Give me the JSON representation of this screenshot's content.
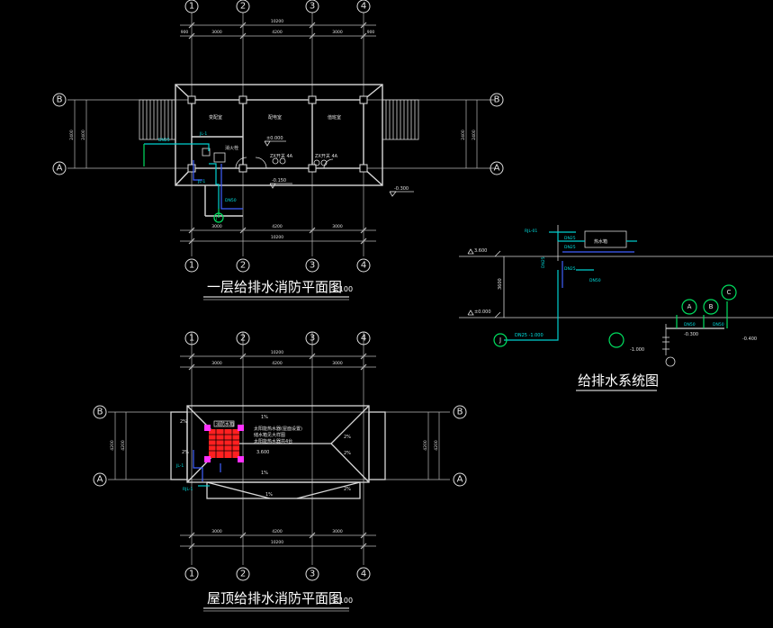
{
  "drawing": {
    "plan1_title": "一层给排水消防平面图",
    "plan1_scale": "1:100",
    "plan2_title": "屋顶给排水消防平面图",
    "plan2_scale": "1:100",
    "system_title": "给排水系统图"
  },
  "axes": {
    "columns": [
      "1",
      "2",
      "3",
      "4"
    ],
    "rows": [
      "B",
      "A"
    ]
  },
  "plan1": {
    "dim_total": "10200",
    "dim_side_left": "900",
    "dim_side_right": "900",
    "dim_bays": [
      "3000",
      "4200",
      "3000"
    ],
    "dim_left_v": [
      "2400",
      "2400"
    ],
    "rooms": [
      "变配室",
      "配电室",
      "值班室"
    ],
    "pipe_tags": [
      "JL-1",
      "JL-1",
      "DN25",
      "DN50"
    ],
    "levels": [
      "-0.150",
      "±0.000",
      "-0.300"
    ],
    "fixture_labels": [
      "消火栓",
      "ZX开关 4A",
      "ZX开关 4A"
    ],
    "inlet_tag": "J"
  },
  "plan2": {
    "dim_total": "10200",
    "dim_bays": [
      "3000",
      "4200",
      "3000"
    ],
    "dim_left_v": [
      "4200"
    ],
    "slopes": [
      "2%",
      "1%",
      "1%",
      "2%",
      "2%",
      "1%",
      "2%",
      "2%"
    ],
    "tank_label": "消防水箱",
    "notes": [
      "太阳能热水器(屋面设置)",
      "储水箱见大样图",
      "太阳能热水器共4台"
    ],
    "note_level": "3.600",
    "pipe_tags": [
      "JL-1",
      "RJL-1"
    ]
  },
  "system": {
    "pipe_tags": [
      "RJL-01",
      "DN25",
      "DN25",
      "DN25",
      "DN50",
      "DN50",
      "DN50",
      "DN25"
    ],
    "tank": "热水箱",
    "levels": [
      "3.600",
      "±0.000",
      "-1.000",
      "-0.300",
      "-0.400"
    ],
    "inlet_tag": "J",
    "dims": [
      "3600"
    ],
    "circle_tags": [
      "A",
      "B",
      "C"
    ],
    "inlet_note": "DN25 -1.000"
  }
}
